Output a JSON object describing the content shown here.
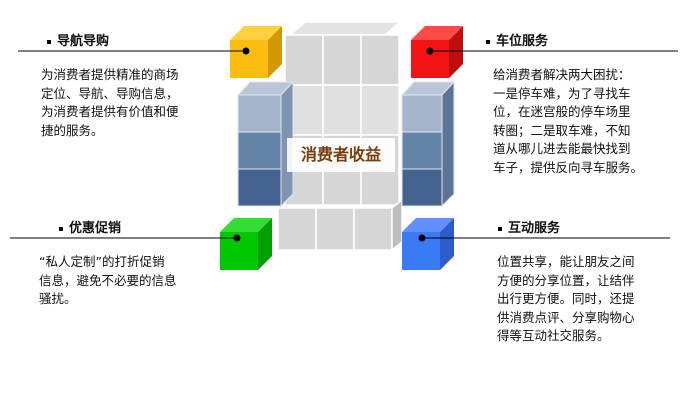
{
  "center": {
    "label": "消费者收益"
  },
  "sections": [
    {
      "title": "导航导购",
      "lines": [
        "为消费者提供精准的商场",
        "定位、导航、导购信息，",
        "为消费者提供有价值和便",
        "捷的服务。"
      ],
      "color": "#f5b800"
    },
    {
      "title": "车位服务",
      "lines": [
        "给消费者解决两大困扰：",
        "一是停车难，为了寻找车",
        "位，在迷宫般的停车场里",
        "转圈；二是取车难，不知",
        "道从哪儿进去能最快找到",
        "车子，提供反向寻车服务。"
      ],
      "color": "#e81010"
    },
    {
      "title": "优惠促销",
      "lines": [
        "“私人定制”的打折促销",
        "信息，避免不必要的信息",
        "骚扰。"
      ],
      "color": "#00c400"
    },
    {
      "title": "互动服务",
      "lines": [
        "位置共享，能让朋友之间",
        "方便的分享位置，让结伴",
        "出行更方便。同时，还提",
        "供消费点评、分享购物心",
        "得等互动社交服务。"
      ],
      "color": "#3a78f0"
    }
  ]
}
